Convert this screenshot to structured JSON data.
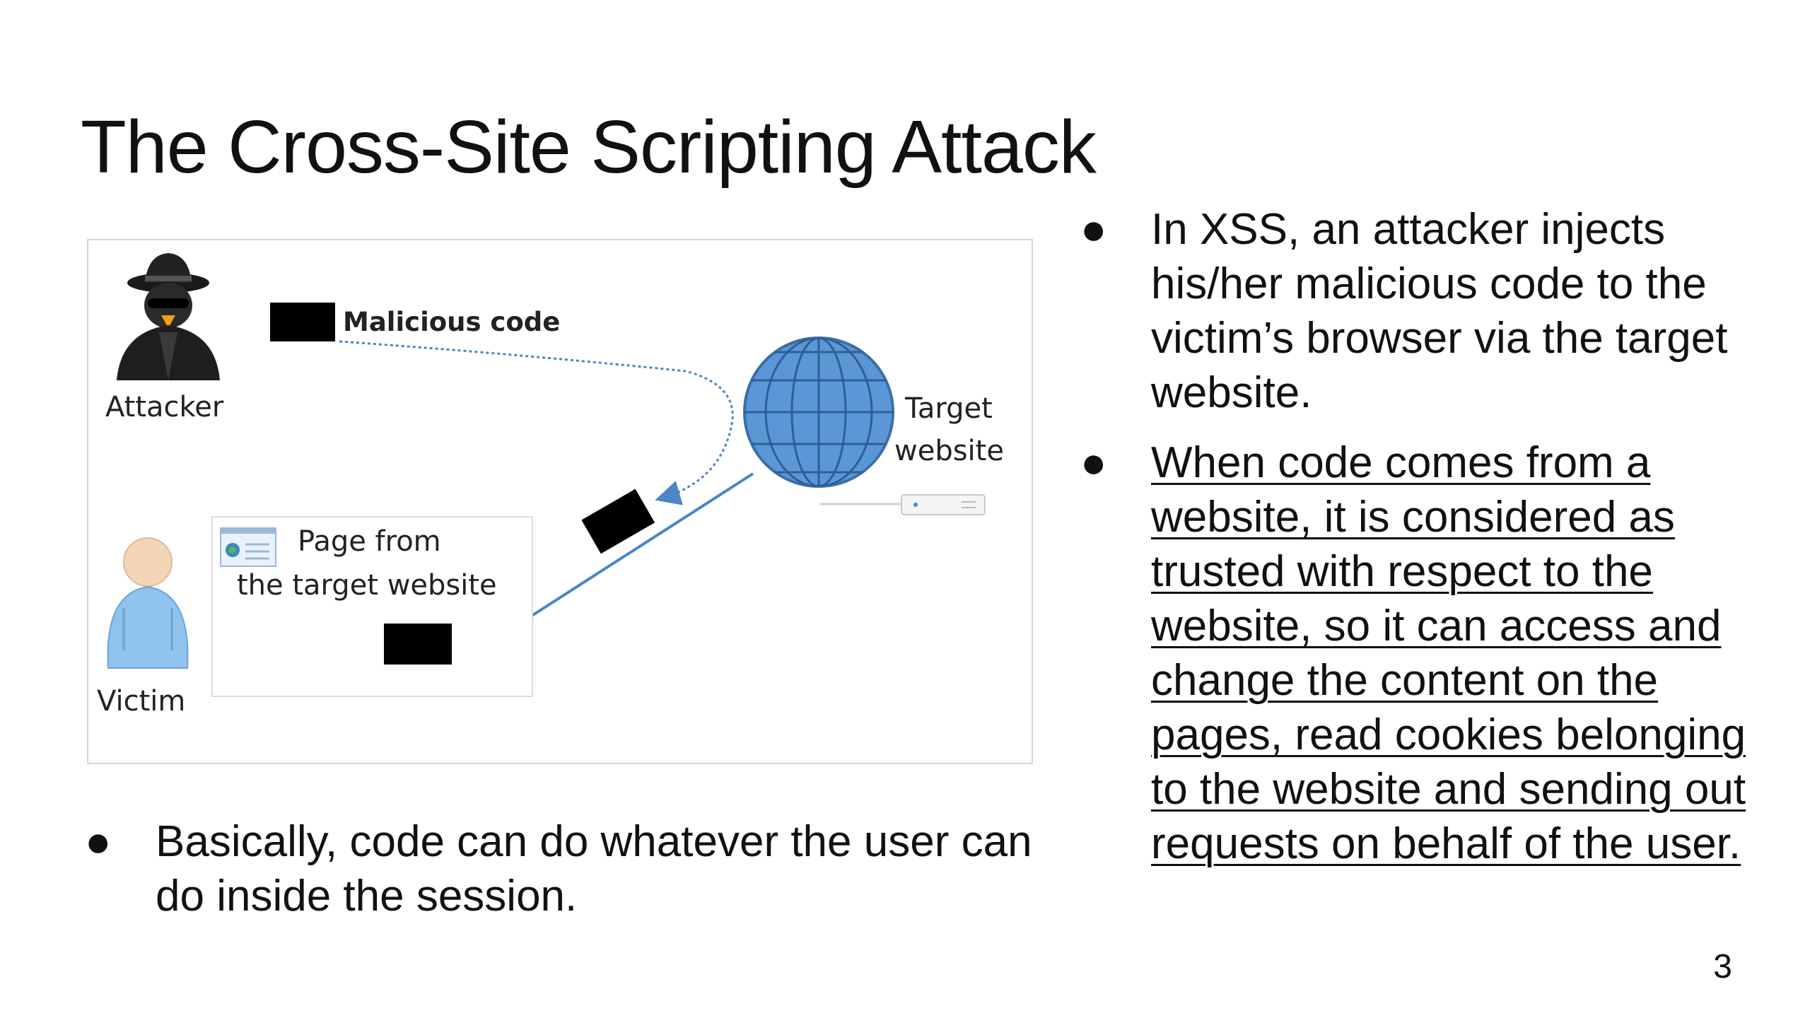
{
  "slide": {
    "title": "The Cross-Site Scripting Attack",
    "page_number": "3"
  },
  "figure": {
    "attacker_label": "Attacker",
    "malicious_code_label": "Malicious code",
    "target_label_line1": "Target",
    "target_label_line2": "website",
    "page_label_line1": "Page from",
    "page_label_line2": "the target website",
    "victim_label": "Victim",
    "colors": {
      "globe": "#4a86c8",
      "arrow": "#4a86c8",
      "code_block": "#000000"
    }
  },
  "bullets_right": [
    {
      "text": "In XSS, an attacker injects his/her malicious code to the victim’s browser via the target website.",
      "underlined": false
    },
    {
      "text": "When code comes from a website, it is considered as trusted with respect to the website, so it can access and change the content on the pages, read cookies belonging to the website and sending out requests on behalf of the user.",
      "underlined": true
    }
  ],
  "bullets_left": [
    {
      "text": "Basically, code can do whatever the user can do inside the session."
    }
  ]
}
